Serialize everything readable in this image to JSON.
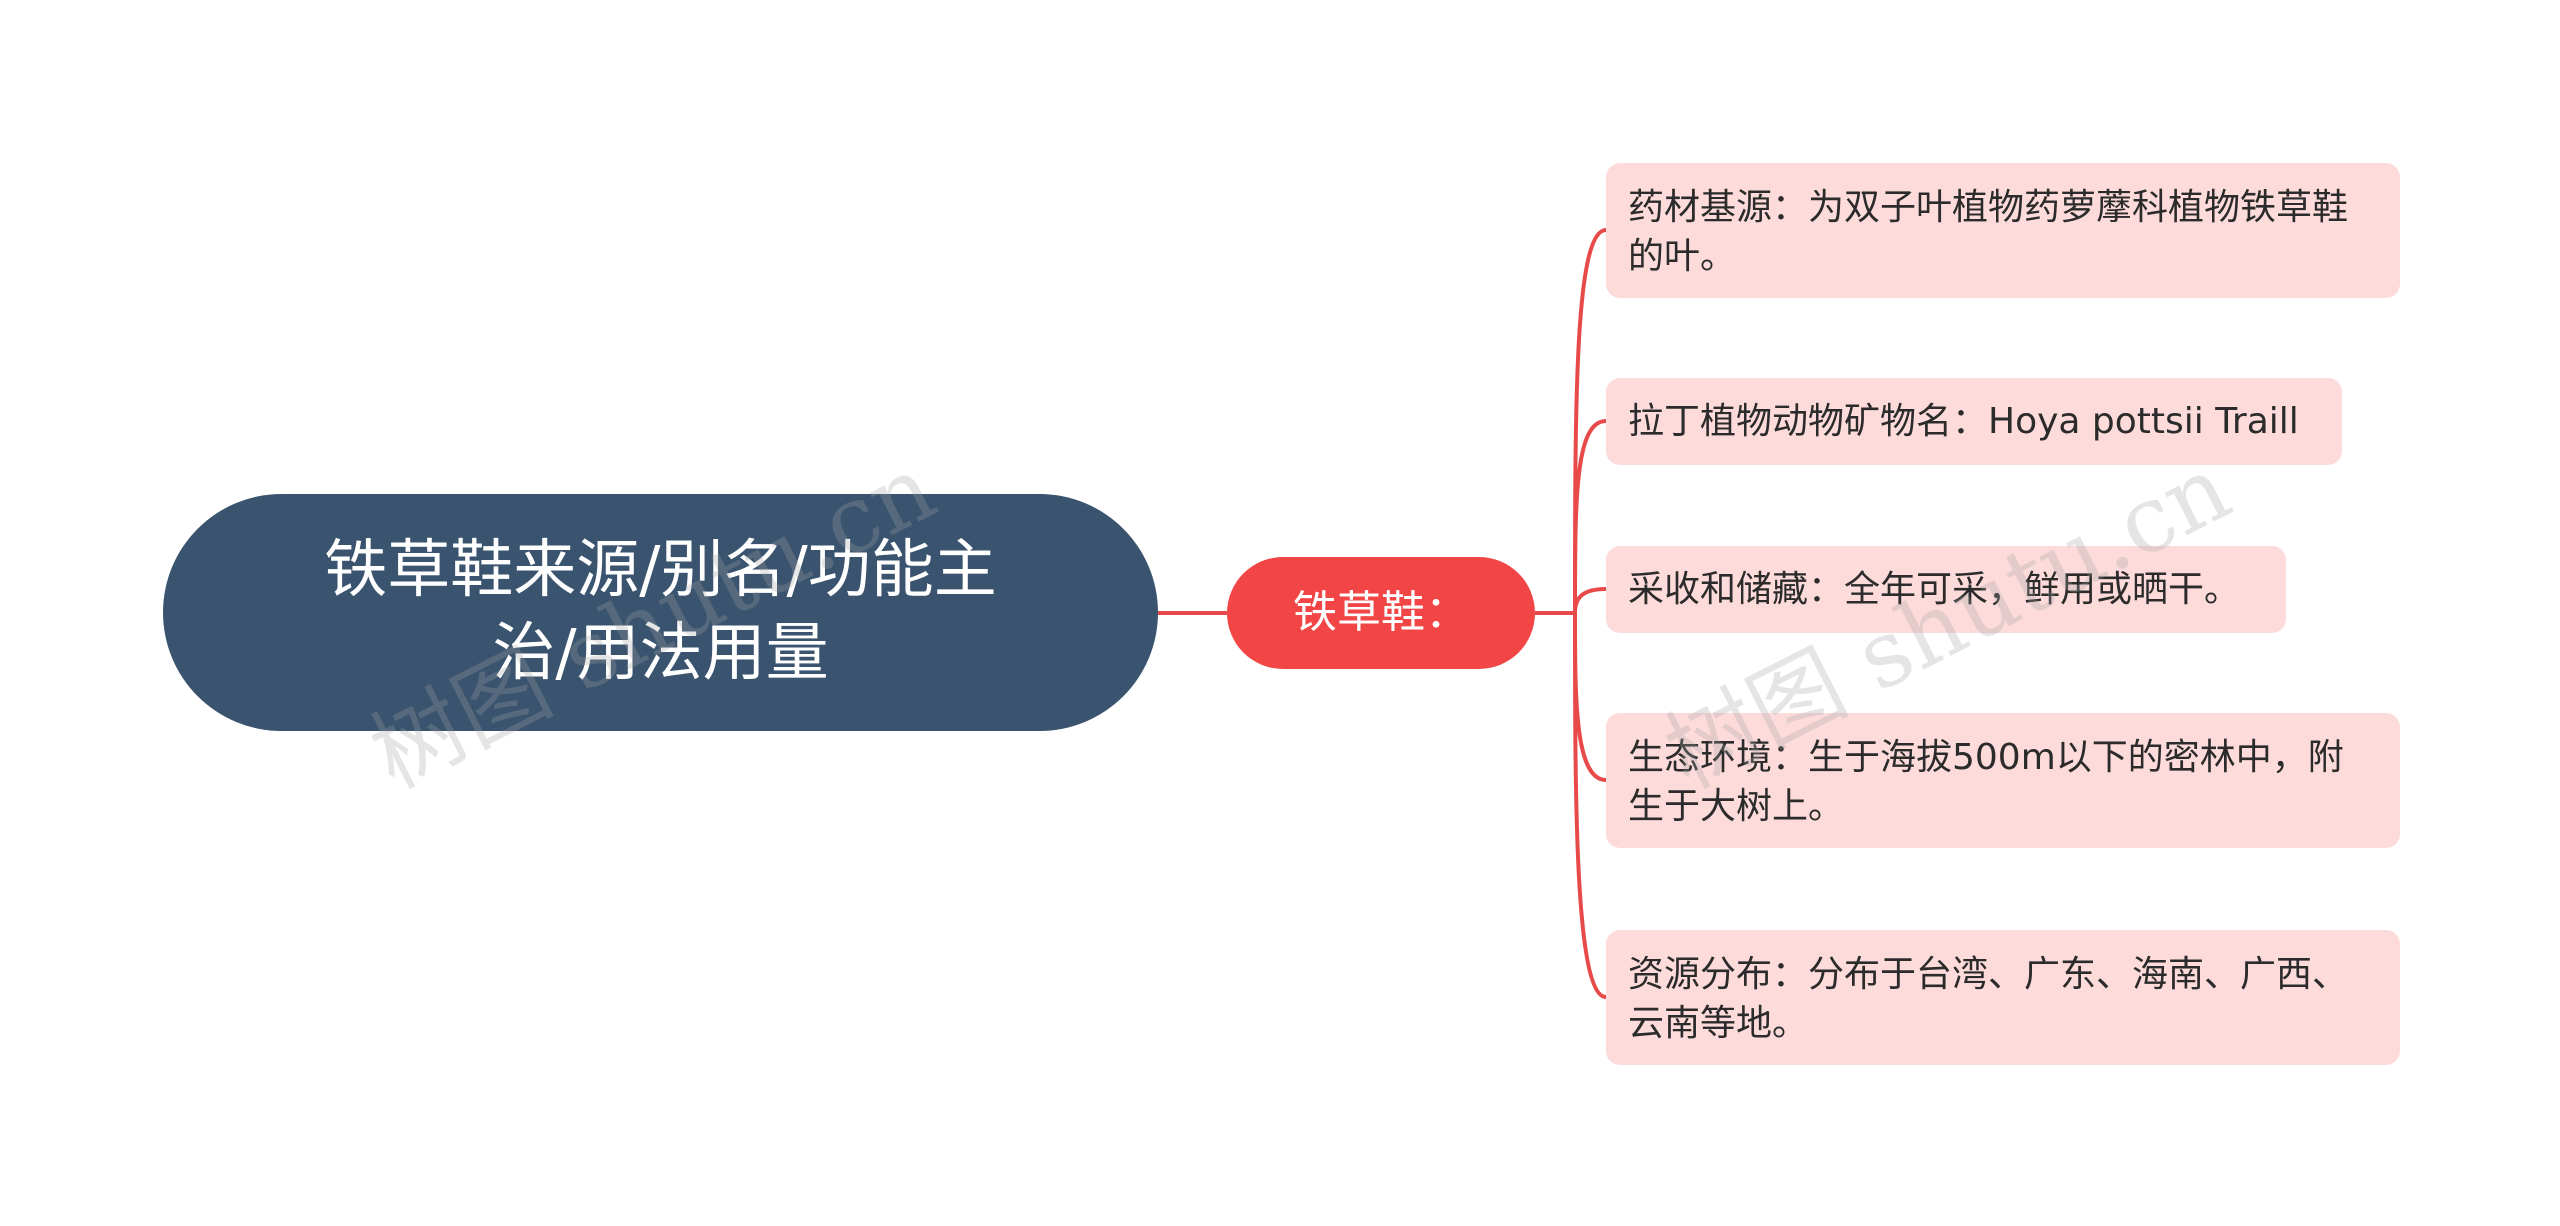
{
  "root": {
    "label": "铁草鞋来源/别名/功能主治/用法用量"
  },
  "mid": {
    "label": "铁草鞋："
  },
  "leaves": [
    {
      "text": "药材基源：为双子叶植物药萝藦科植物铁草鞋的叶。"
    },
    {
      "text": "拉丁植物动物矿物名：Hoya pottsii Traill"
    },
    {
      "text": "采收和储藏：全年可采，鲜用或晒干。"
    },
    {
      "text": "生态环境：生于海拔500m以下的密林中，附生于大树上。"
    },
    {
      "text": "资源分布：分布于台湾、广东、海南、广西、云南等地。"
    }
  ],
  "watermark": {
    "text": "树图 shutu.cn"
  },
  "colors": {
    "root_fill": "#3a546f",
    "mid_fill": "#f24646",
    "leaf_fill": "#fddbdb",
    "connector": "#e84a4a"
  }
}
